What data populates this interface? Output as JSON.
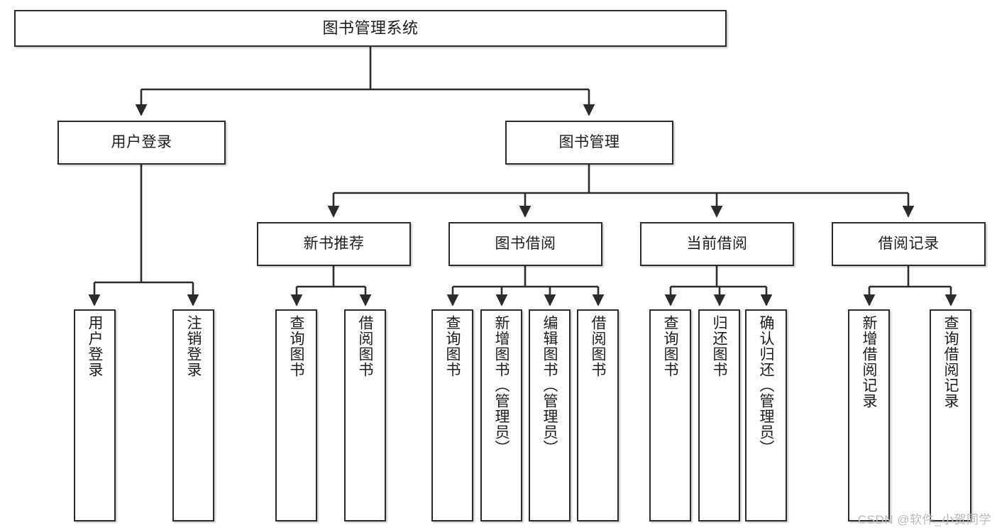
{
  "diagram": {
    "title": "图书管理系统",
    "watermark": "CSDN @软件_小贺同学",
    "colors": {
      "box_border": "#2b2b2b",
      "box_fill": "#ffffff",
      "connector": "#2b2b2b",
      "text": "#1c1c1c",
      "watermark": "#b9b9b9",
      "background": "#ffffff"
    },
    "nodes": {
      "root": {
        "label": "图书管理系统"
      },
      "level2": [
        {
          "label": "用户登录"
        },
        {
          "label": "图书管理"
        }
      ],
      "level3": [
        {
          "label": "新书推荐"
        },
        {
          "label": "图书借阅"
        },
        {
          "label": "当前借阅"
        },
        {
          "label": "借阅记录"
        }
      ],
      "leaves_user_login": [
        {
          "label": "用户登录"
        },
        {
          "label": "注销登录"
        }
      ],
      "leaves_new_book": [
        {
          "label": "查询图书"
        },
        {
          "label": "借阅图书"
        }
      ],
      "leaves_borrow": [
        {
          "label": "查询图书"
        },
        {
          "label": "新增图书（管理员）"
        },
        {
          "label": "编辑图书（管理员）"
        },
        {
          "label": "借阅图书"
        }
      ],
      "leaves_current": [
        {
          "label": "查询图书"
        },
        {
          "label": "归还图书"
        },
        {
          "label": "确认归还（管理员）"
        }
      ],
      "leaves_records": [
        {
          "label": "新增借阅记录"
        },
        {
          "label": "查询借阅记录"
        }
      ]
    }
  },
  "chart_data": {
    "type": "tree-diagram",
    "title": "图书管理系统",
    "orientation": "top-down",
    "tree": {
      "name": "图书管理系统",
      "children": [
        {
          "name": "用户登录",
          "children": [
            {
              "name": "用户登录"
            },
            {
              "name": "注销登录"
            }
          ]
        },
        {
          "name": "图书管理",
          "children": [
            {
              "name": "新书推荐",
              "children": [
                {
                  "name": "查询图书"
                },
                {
                  "name": "借阅图书"
                }
              ]
            },
            {
              "name": "图书借阅",
              "children": [
                {
                  "name": "查询图书"
                },
                {
                  "name": "新增图书（管理员）"
                },
                {
                  "name": "编辑图书（管理员）"
                },
                {
                  "name": "借阅图书"
                }
              ]
            },
            {
              "name": "当前借阅",
              "children": [
                {
                  "name": "查询图书"
                },
                {
                  "name": "归还图书"
                },
                {
                  "name": "确认归还（管理员）"
                }
              ]
            },
            {
              "name": "借阅记录",
              "children": [
                {
                  "name": "新增借阅记录"
                },
                {
                  "name": "查询借阅记录"
                }
              ]
            }
          ]
        }
      ]
    }
  }
}
